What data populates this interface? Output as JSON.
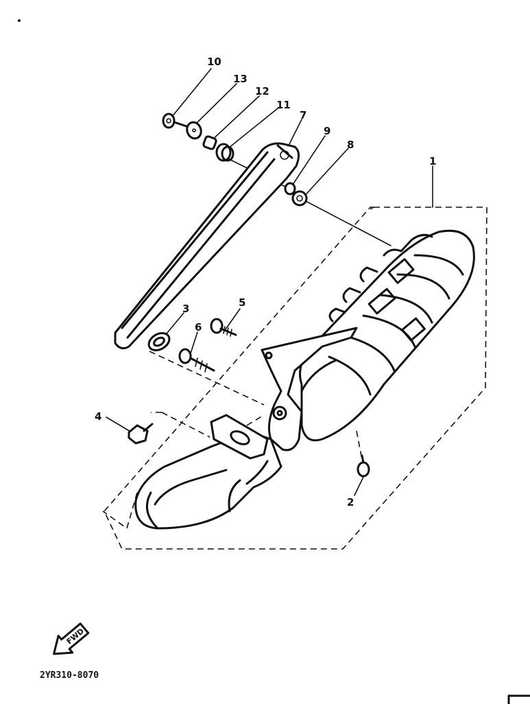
{
  "callouts": {
    "c1": "1",
    "c2": "2",
    "c3": "3",
    "c4": "4",
    "c5": "5",
    "c6": "6",
    "c7": "7",
    "c8": "8",
    "c9": "9",
    "c10": "10",
    "c11": "11",
    "c12": "12",
    "c13": "13"
  },
  "forward_label": "FWD",
  "diagram_code": "2YR310-8070",
  "icons": {
    "forward": "forward-arrow-icon"
  }
}
